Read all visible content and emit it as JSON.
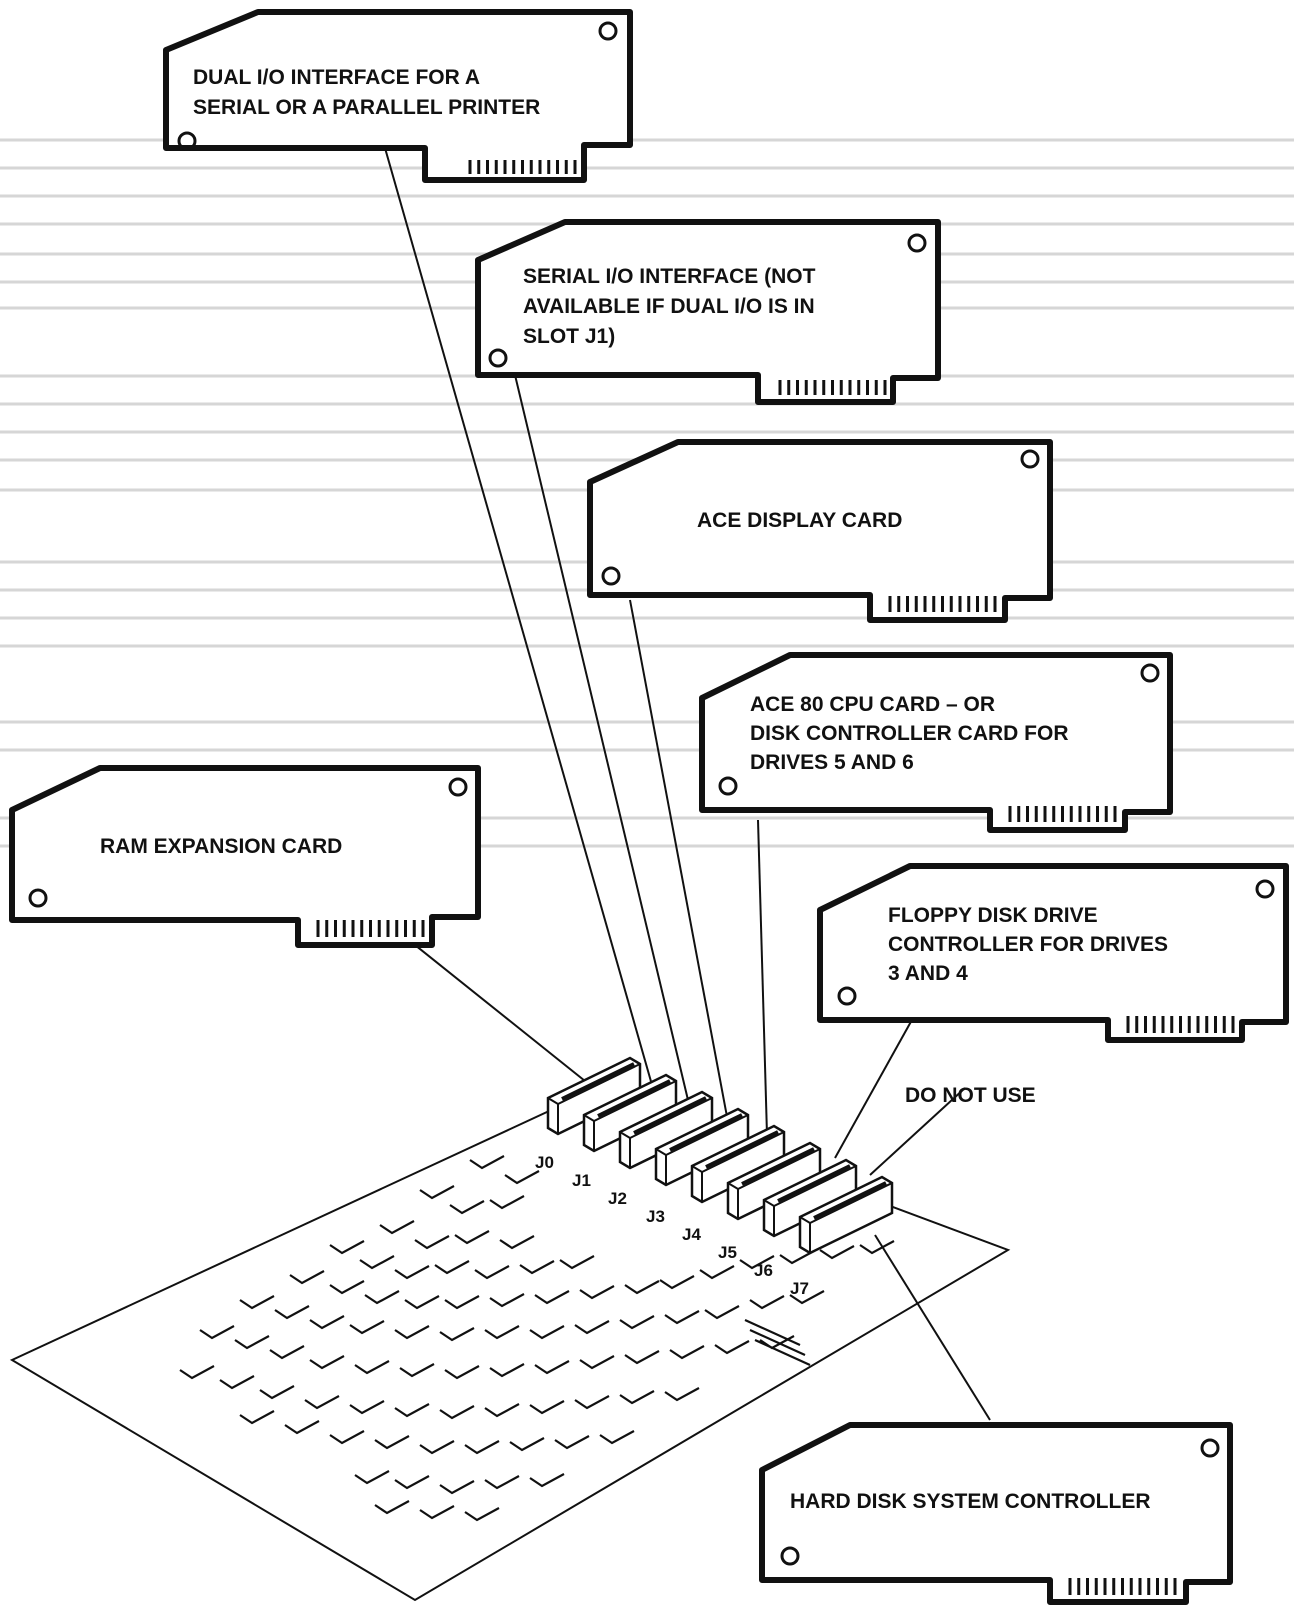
{
  "diagram": {
    "cards": [
      {
        "id": "dual-io",
        "lines": [
          "DUAL I/O INTERFACE FOR A",
          "SERIAL OR A PARALLEL PRINTER"
        ]
      },
      {
        "id": "serial-io",
        "lines": [
          "SERIAL I/O INTERFACE (NOT",
          "AVAILABLE IF DUAL I/O IS IN",
          "SLOT J1)"
        ]
      },
      {
        "id": "ace-display",
        "lines": [
          "ACE DISPLAY CARD"
        ]
      },
      {
        "id": "ace-cpu",
        "lines": [
          "ACE 80 CPU CARD – OR",
          "DISK CONTROLLER CARD FOR",
          "DRIVES 5 AND 6"
        ]
      },
      {
        "id": "ram-expansion",
        "lines": [
          "RAM EXPANSION CARD"
        ]
      },
      {
        "id": "floppy",
        "lines": [
          "FLOPPY DISK DRIVE",
          "CONTROLLER FOR DRIVES",
          "3 AND 4"
        ]
      },
      {
        "id": "hard-disk",
        "lines": [
          "HARD DISK SYSTEM CONTROLLER"
        ]
      }
    ],
    "do_not_use_label": "DO NOT USE",
    "slots": [
      "J0",
      "J1",
      "J2",
      "J3",
      "J4",
      "J5",
      "J6",
      "J7"
    ]
  }
}
